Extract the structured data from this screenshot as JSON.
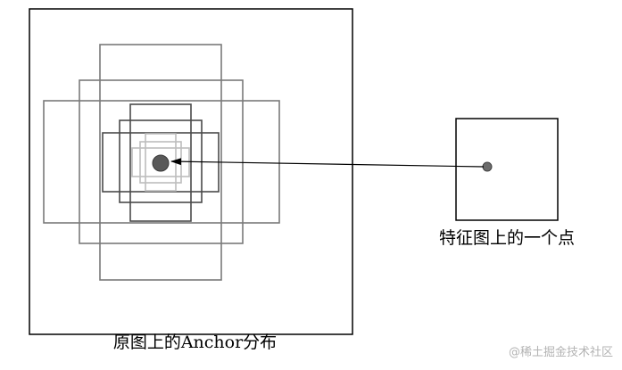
{
  "captions": {
    "original_image": "原图上的Anchor分布",
    "feature_point": "特征图上的一个点"
  },
  "watermark": "@稀土掘金技术社区",
  "colors": {
    "background": "#ffffff",
    "frame": "#000000",
    "anchor_large": "#7a7a7a",
    "anchor_medium": "#4a4a4a",
    "anchor_small": "#bdbdbd",
    "center_point": "#595959",
    "arrow": "#000000",
    "watermark": "#b3b3b3"
  },
  "anchors": {
    "scales": 3,
    "aspect_ratios": [
      "1:2",
      "1:1",
      "2:1"
    ],
    "count": 9
  }
}
